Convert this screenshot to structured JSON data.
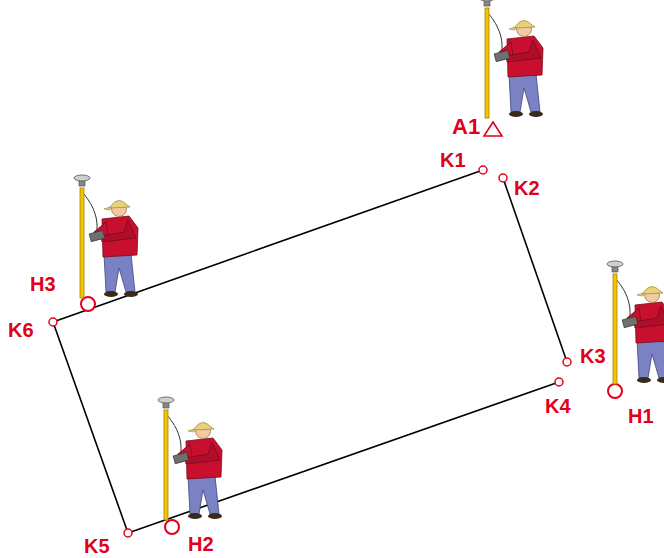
{
  "diagram": {
    "labels": [
      "A1",
      "K1",
      "K2",
      "K3",
      "K4",
      "K5",
      "K6",
      "H1",
      "H2",
      "H3"
    ]
  }
}
